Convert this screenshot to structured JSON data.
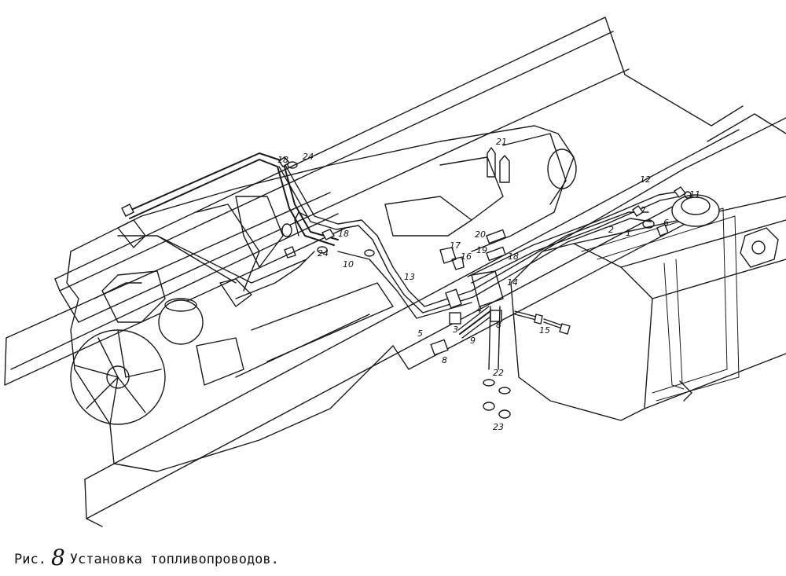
{
  "figure": {
    "prefix": "Рис.",
    "number": "8",
    "title": "Установка топливопроводов."
  },
  "callouts": [
    "1",
    "2",
    "3",
    "4",
    "5",
    "6",
    "7",
    "8",
    "8",
    "9",
    "10",
    "11",
    "12",
    "13",
    "14",
    "15",
    "16",
    "17",
    "18",
    "18",
    "18",
    "19",
    "20",
    "21",
    "22",
    "23",
    "24",
    "24"
  ]
}
